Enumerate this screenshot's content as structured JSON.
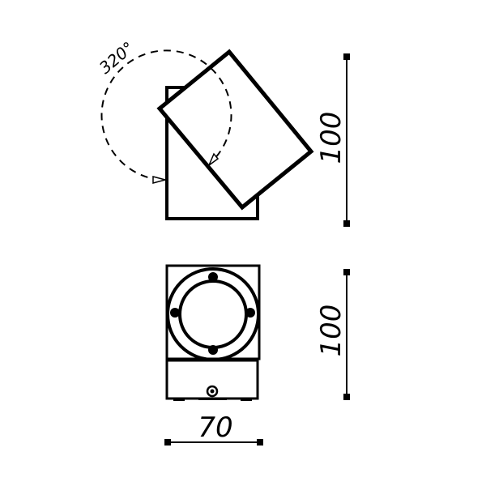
{
  "drawing": {
    "rotation_label": "320°",
    "side_height_label": "100",
    "front_height_label": "100",
    "front_width_label": "70",
    "line_color": "#000000",
    "background": "#ffffff"
  }
}
